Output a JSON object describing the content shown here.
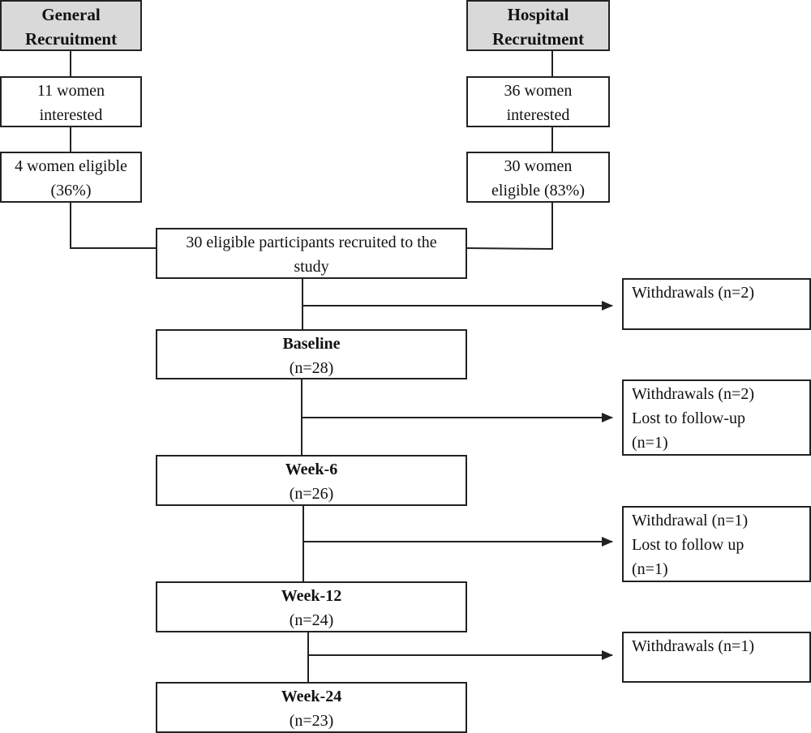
{
  "left_column": {
    "header": [
      "General",
      "Recruitment"
    ],
    "interested": [
      "11 women",
      "interested"
    ],
    "eligible": [
      "4 women eligible",
      "(36%)"
    ]
  },
  "right_column": {
    "header": [
      "Hospital",
      "Recruitment"
    ],
    "interested": [
      "36 women",
      "interested"
    ],
    "eligible": [
      "30 women",
      "eligible (83%)"
    ]
  },
  "main": {
    "recruited": [
      "30 eligible participants recruited to the",
      "study"
    ],
    "stages": [
      {
        "label": "Baseline",
        "n": "(n=28)"
      },
      {
        "label": "Week-6",
        "n": "(n=26)"
      },
      {
        "label": "Week-12",
        "n": "(n=24)"
      },
      {
        "label": "Week-24",
        "n": "(n=23)"
      }
    ]
  },
  "exclusions": [
    [
      "Withdrawals (n=2)"
    ],
    [
      "Withdrawals (n=2)",
      "Lost to follow-up",
      "(n=1)"
    ],
    [
      "Withdrawal (n=1)",
      "Lost to follow up",
      "(n=1)"
    ],
    [
      "Withdrawals (n=1)"
    ]
  ],
  "colors": {
    "header_fill": "#d9d9d9",
    "line": "#222222"
  }
}
